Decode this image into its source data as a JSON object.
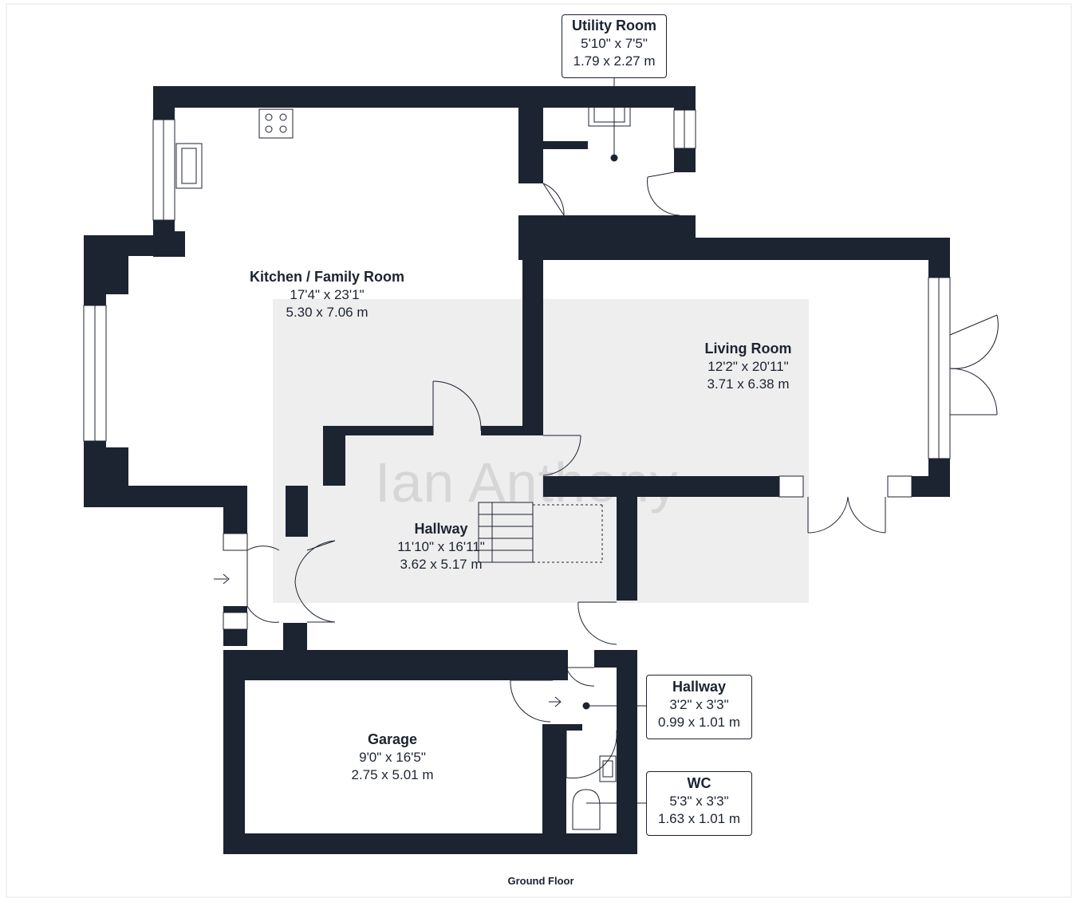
{
  "plan": {
    "watermark": "Ian Anthony",
    "floor_label": "Ground Floor",
    "rooms": [
      {
        "id": "kitchen",
        "name": "Kitchen / Family Room",
        "imperial": "17'4\" x 23'1\"",
        "metric": "5.30 x 7.06 m"
      },
      {
        "id": "utility",
        "name": "Utility Room",
        "imperial": "5'10\" x 7'5\"",
        "metric": "1.79 x 2.27 m"
      },
      {
        "id": "living",
        "name": "Living Room",
        "imperial": "12'2\" x 20'11\"",
        "metric": "3.71 x 6.38 m"
      },
      {
        "id": "hallway-main",
        "name": "Hallway",
        "imperial": "11'10\" x 16'11\"",
        "metric": "3.62 x 5.17 m"
      },
      {
        "id": "garage",
        "name": "Garage",
        "imperial": "9'0\" x 16'5\"",
        "metric": "2.75 x 5.01 m"
      },
      {
        "id": "hallway-small",
        "name": "Hallway",
        "imperial": "3'2\" x 3'3\"",
        "metric": "0.99 x 1.01 m"
      },
      {
        "id": "wc",
        "name": "WC",
        "imperial": "5'3\" x 3'3\"",
        "metric": "1.63 x 1.01 m"
      }
    ]
  },
  "colors": {
    "wall": "#1c2331",
    "background": "#ffffff",
    "watermark": "#eeeeee"
  }
}
